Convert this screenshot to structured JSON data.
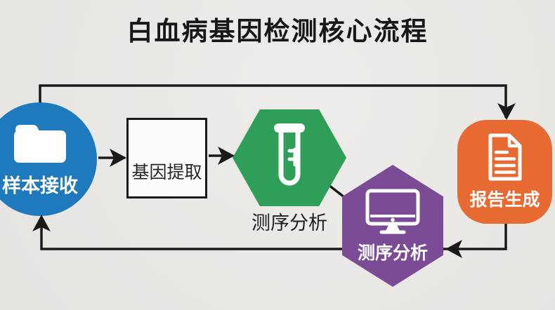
{
  "title": "白血病基因检测核心流程",
  "flow": {
    "nodes": [
      {
        "id": "sample-intake",
        "label": "样本接收",
        "shape": "circle",
        "color": "#1f79bd",
        "icon": "folder-icon"
      },
      {
        "id": "gene-extraction",
        "label": "基因提取",
        "shape": "rectangle",
        "color": "#fbfbfa",
        "icon": null
      },
      {
        "id": "sequencing",
        "label": "测序分析",
        "shape": "hexagon",
        "color": "#2f9e58",
        "icon": "test-tube-icon"
      },
      {
        "id": "analysis",
        "label": "测序分析",
        "shape": "hexagon",
        "color": "#7c4b95",
        "icon": "monitor-icon"
      },
      {
        "id": "report",
        "label": "报告生成",
        "shape": "rounded-square",
        "color": "#e76a33",
        "icon": "document-icon"
      }
    ]
  },
  "colors": {
    "background": "#e9e8e5",
    "connector": "#1a1a1a",
    "title": "#171717",
    "node_blue": "#1f79bd",
    "node_green": "#2f9e58",
    "node_purple": "#7c4b95",
    "node_orange": "#e76a33",
    "rect_fill": "#fbfbfa",
    "rect_border": "#191919"
  }
}
